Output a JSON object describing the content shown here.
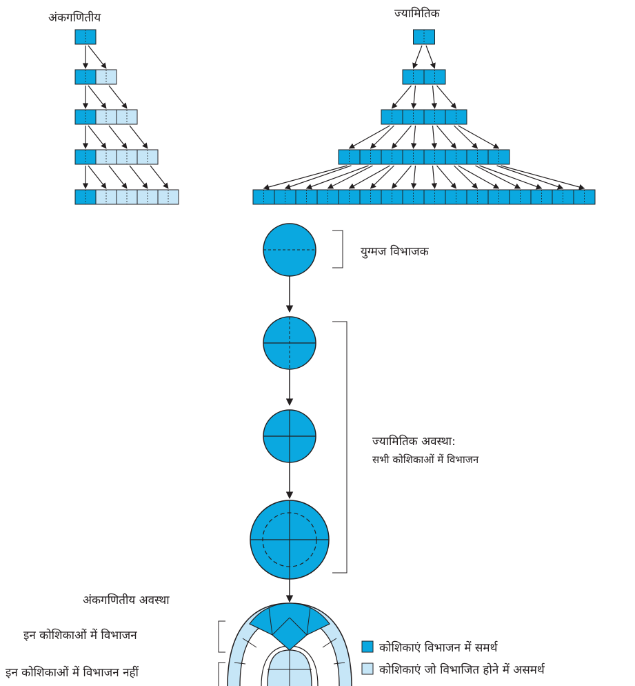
{
  "arithmetic": {
    "title": "अंकगणितीय",
    "rows": [
      {
        "dividing": 1,
        "nondividing": 0
      },
      {
        "dividing": 1,
        "nondividing": 1
      },
      {
        "dividing": 1,
        "nondividing": 2
      },
      {
        "dividing": 1,
        "nondividing": 3
      },
      {
        "dividing": 1,
        "nondividing": 4
      }
    ]
  },
  "geometric": {
    "title": "ज्यामितिक",
    "rows": [
      {
        "cells": 1
      },
      {
        "cells": 2
      },
      {
        "cells": 4
      },
      {
        "cells": 8
      },
      {
        "cells": 16
      }
    ]
  },
  "stages": {
    "zygote_label": "युग्मज विभाजक",
    "geometric_phase_label": "ज्यामितिक अवस्था:",
    "geometric_phase_sub": "सभी कोशिकाओं में विभाजन",
    "arithmetic_phase_label": "अंकगणितीय अवस्था",
    "dividing_cells_label": "इन कोशिकाओं में विभाजन",
    "nondividing_cells_label": "इन कोशिकाओं में विभाजन नहीं"
  },
  "legend": {
    "dividing": "कोशिकाएं विभाजन में समर्थ",
    "nondividing": "कोशिकाएं जो विभाजित होने में असमर्थ"
  },
  "colors": {
    "dividing": "#0aa8e0",
    "nondividing": "#c6e6f7",
    "stroke": "#231f20"
  }
}
